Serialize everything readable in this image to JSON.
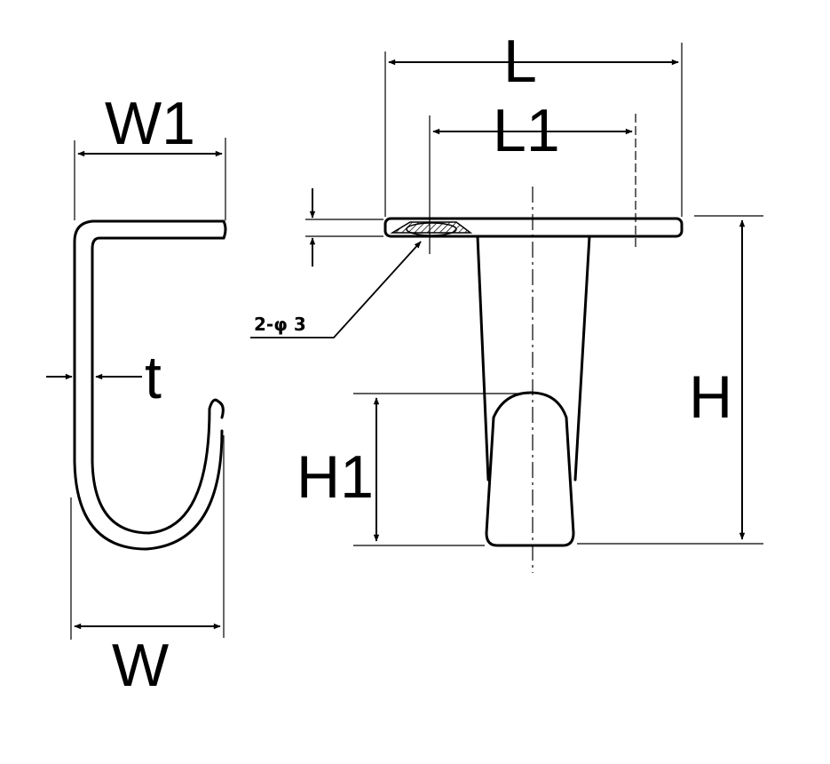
{
  "labels": {
    "w1": "W1",
    "w": "W",
    "t": "t",
    "l": "L",
    "l1": "L1",
    "h": "H",
    "h1": "H1",
    "hole_note": "2-φ 3"
  },
  "icons": {
    "arrowhead": "filled-triangle"
  }
}
